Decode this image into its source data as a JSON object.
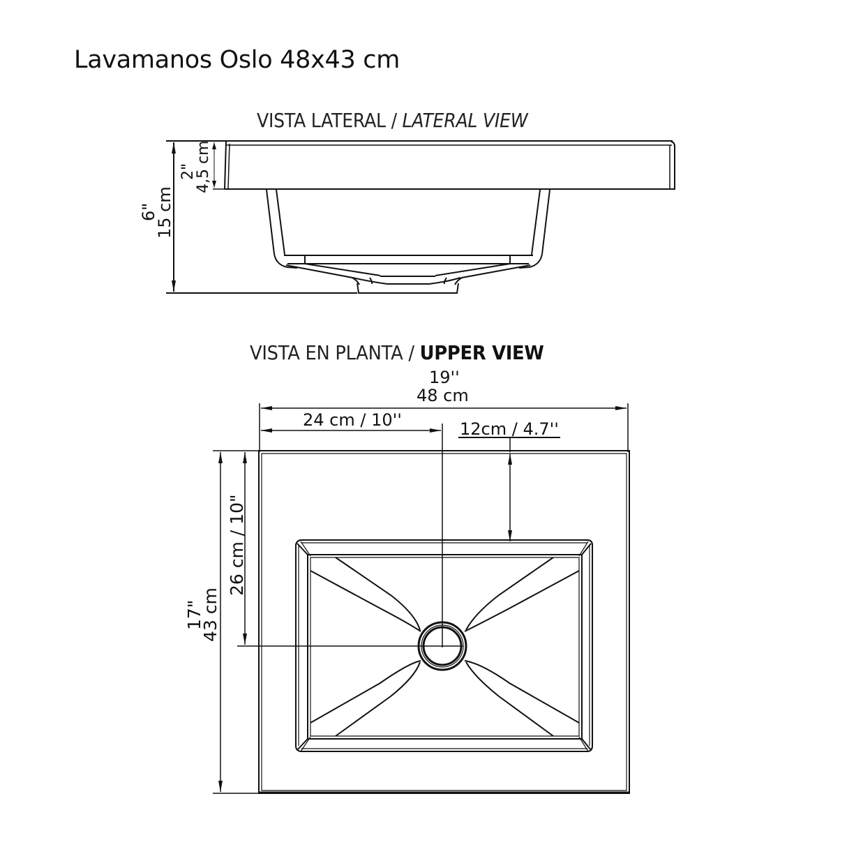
{
  "title": "Lavamanos Oslo 48x43 cm",
  "colors": {
    "line": "#111111",
    "background": "#ffffff"
  },
  "lateral_view": {
    "heading_es": "VISTA LATERAL / ",
    "heading_en": "LATERAL VIEW",
    "dimensions": {
      "total_height_in": "6\"",
      "total_height_cm": "15 cm",
      "rim_height_in": "2\"",
      "rim_height_cm": "4,5 cm"
    }
  },
  "upper_view": {
    "heading_es": "VISTA EN PLANTA / ",
    "heading_en": "UPPER VIEW",
    "dimensions": {
      "total_width_in": "19''",
      "total_width_cm": "48 cm",
      "half_width": "24 cm / 10''",
      "front_to_basin": "12cm / 4.7''",
      "depth_to_drain": "26 cm / 10\"",
      "total_depth_in": "17\"",
      "total_depth_cm": "43 cm"
    }
  }
}
